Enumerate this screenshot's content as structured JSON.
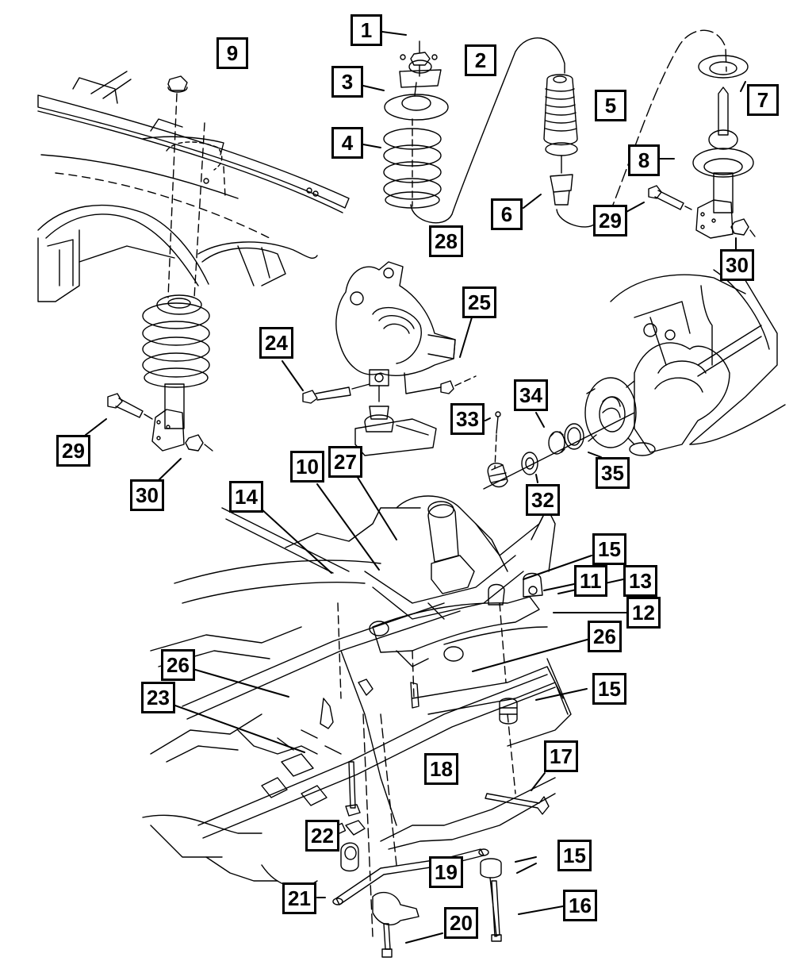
{
  "diagram": {
    "title": "Front Suspension Exploded Parts Diagram",
    "line_color": "#000000",
    "background_color": "#ffffff",
    "callouts": [
      {
        "id": "c1",
        "label": "1"
      },
      {
        "id": "c2",
        "label": "2"
      },
      {
        "id": "c3",
        "label": "3"
      },
      {
        "id": "c4",
        "label": "4"
      },
      {
        "id": "c5",
        "label": "5"
      },
      {
        "id": "c6",
        "label": "6"
      },
      {
        "id": "c7",
        "label": "7"
      },
      {
        "id": "c8",
        "label": "8"
      },
      {
        "id": "c9",
        "label": "9"
      },
      {
        "id": "c28",
        "label": "28"
      },
      {
        "id": "c29a",
        "label": "29"
      },
      {
        "id": "c30a",
        "label": "30"
      },
      {
        "id": "c25",
        "label": "25"
      },
      {
        "id": "c24",
        "label": "24"
      },
      {
        "id": "c29b",
        "label": "29"
      },
      {
        "id": "c30b",
        "label": "30"
      },
      {
        "id": "c33",
        "label": "33"
      },
      {
        "id": "c34",
        "label": "34"
      },
      {
        "id": "c35",
        "label": "35"
      },
      {
        "id": "c32",
        "label": "32"
      },
      {
        "id": "c10",
        "label": "10"
      },
      {
        "id": "c27",
        "label": "27"
      },
      {
        "id": "c14",
        "label": "14"
      },
      {
        "id": "c15a",
        "label": "15"
      },
      {
        "id": "c11",
        "label": "11"
      },
      {
        "id": "c13",
        "label": "13"
      },
      {
        "id": "c12",
        "label": "12"
      },
      {
        "id": "c26a",
        "label": "26"
      },
      {
        "id": "c26b",
        "label": "26"
      },
      {
        "id": "c23",
        "label": "23"
      },
      {
        "id": "c15b",
        "label": "15"
      },
      {
        "id": "c18",
        "label": "18"
      },
      {
        "id": "c17",
        "label": "17"
      },
      {
        "id": "c22",
        "label": "22"
      },
      {
        "id": "c19",
        "label": "19"
      },
      {
        "id": "c15c",
        "label": "15"
      },
      {
        "id": "c21",
        "label": "21"
      },
      {
        "id": "c16",
        "label": "16"
      },
      {
        "id": "c20",
        "label": "20"
      }
    ]
  }
}
